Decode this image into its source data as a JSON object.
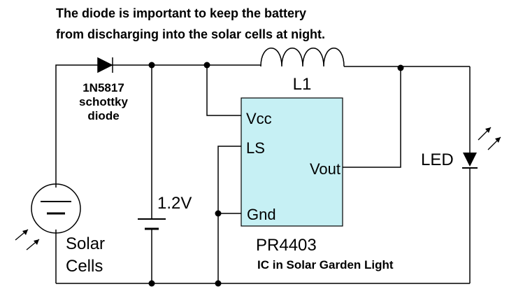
{
  "caption": {
    "line1": "The diode is important to keep the battery",
    "line2": "from discharging into the solar cells at night."
  },
  "diode": {
    "label_line1": "1N5817",
    "label_line2": "schottky",
    "label_line3": "diode"
  },
  "inductor": {
    "label": "L1"
  },
  "battery": {
    "label": "1.2V"
  },
  "solar_cells": {
    "label_line1": "Solar",
    "label_line2": "Cells"
  },
  "ic": {
    "pin_vcc": "Vcc",
    "pin_ls": "LS",
    "pin_vout": "Vout",
    "pin_gnd": "Gnd",
    "part_number": "PR4403",
    "description": "IC in Solar Garden Light",
    "fill_color": "#c6f0f4"
  },
  "led": {
    "label": "LED"
  }
}
